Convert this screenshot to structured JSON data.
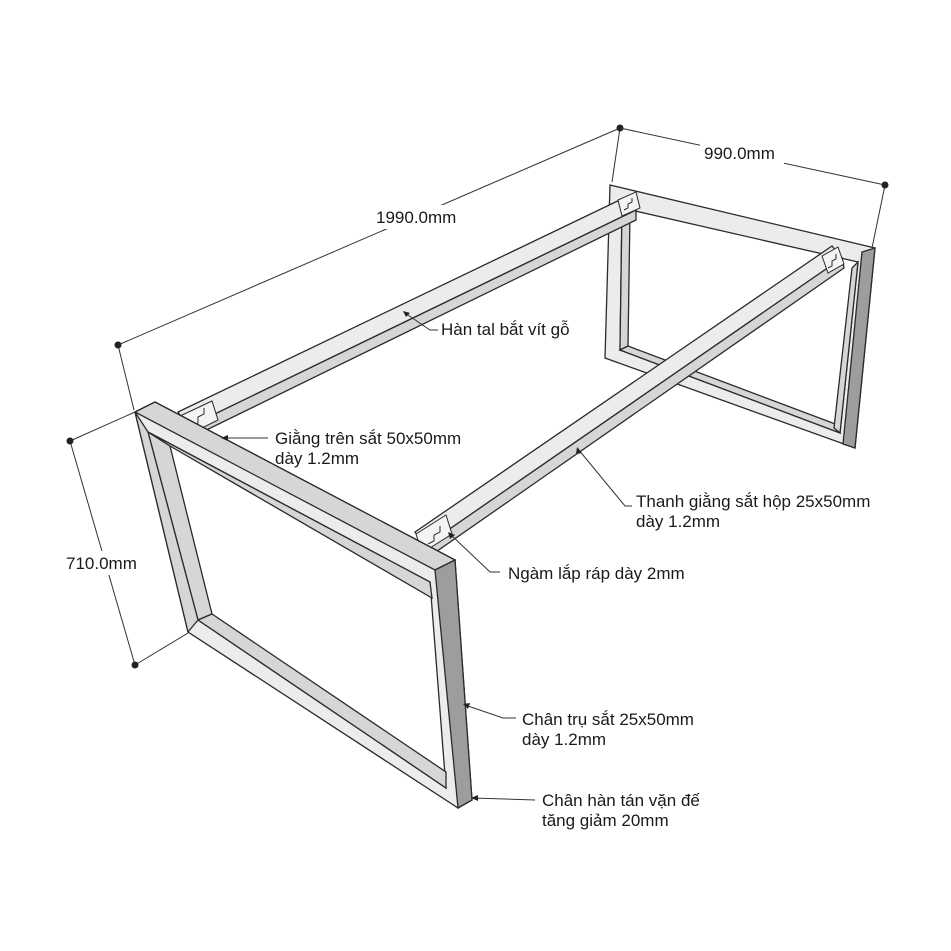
{
  "dimensions": {
    "length": "1990.0mm",
    "width": "990.0mm",
    "height": "710.0mm"
  },
  "labels": {
    "wood_screw_tab": "Hàn tal bắt vít gỗ",
    "top_brace_line1": "Giằng trên sắt 50x50mm",
    "top_brace_line2": "dày 1.2mm",
    "box_brace_line1": "Thanh giằng sắt hộp 25x50mm",
    "box_brace_line2": "dày 1.2mm",
    "joint": "Ngàm lắp ráp dày 2mm",
    "leg_line1": "Chân trụ sắt 25x50mm",
    "leg_line2": "dày 1.2mm",
    "foot_line1": "Chân hàn tán vặn đế",
    "foot_line2": "tăng giảm 20mm"
  },
  "colors": {
    "steel_light": "#ececec",
    "steel_mid": "#d6d6d6",
    "steel_dark": "#9d9d9d",
    "outline": "#2a2a2a"
  }
}
